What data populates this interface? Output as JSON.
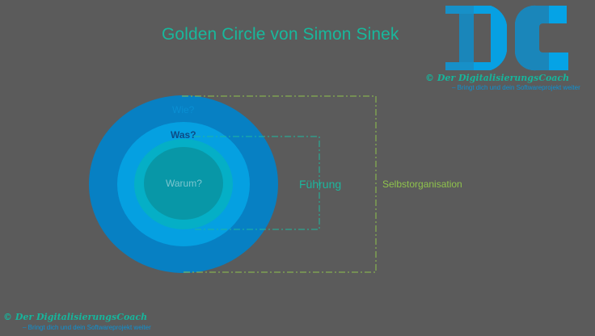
{
  "title": "Golden Circle von Simon Sinek",
  "logo": {
    "letters": "DC",
    "icon": "dc-logo-icon",
    "colors": {
      "light": "#05a3e6",
      "dark": "#1790c8"
    }
  },
  "branding_top": {
    "script": "© Der DigitalisierungsCoach",
    "tagline": "– Bringt dich und dein Softwareprojekt weiter"
  },
  "branding_bottom": {
    "script": "© Der DigitalisierungsCoach",
    "tagline": "– Bringt dich und dein Softwareprojekt weiter"
  },
  "circles": [
    {
      "label": "Wie?",
      "color": "#0780c3"
    },
    {
      "label": "Was?",
      "color": "#05a0e1"
    },
    {
      "label": "",
      "color": "#05afc6"
    },
    {
      "label": "Warum?",
      "color": "#0897a7"
    }
  ],
  "regions": {
    "inner": {
      "label": "Führung",
      "color": "#1fb89f"
    },
    "outer": {
      "label": "Selbstorganisation",
      "color": "#8fc34c"
    }
  }
}
